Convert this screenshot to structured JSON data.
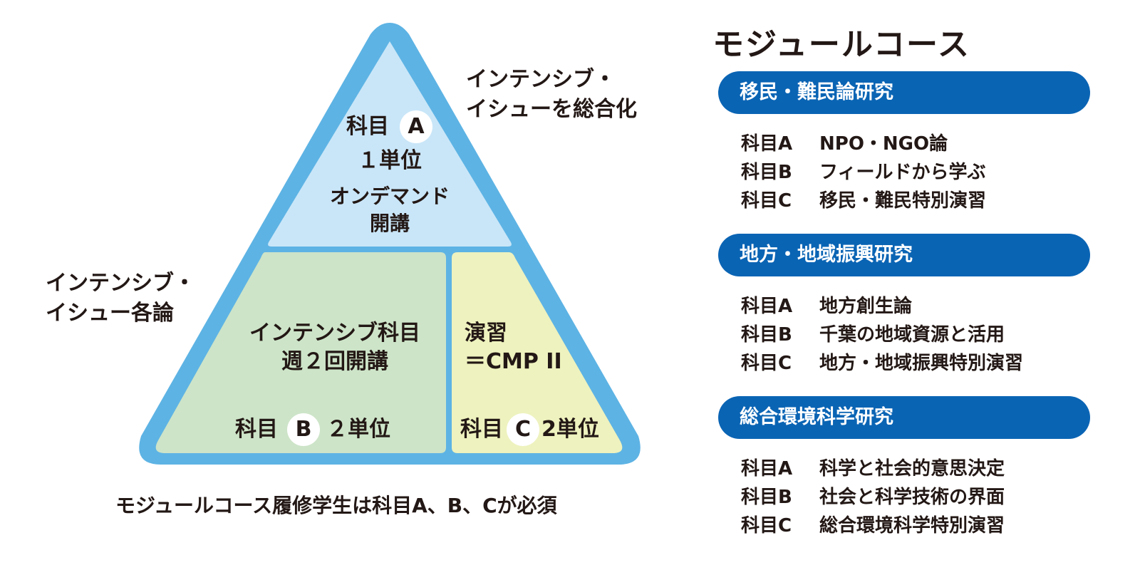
{
  "title": "モジュールコース",
  "pyramid": {
    "top": {
      "subject_prefix": "科目",
      "subject_letter": "A",
      "credits": "１単位",
      "delivery_line1": "オンデマンド",
      "delivery_line2": "開講"
    },
    "bottom_left": {
      "line1": "インテンシブ科目",
      "line2": "週２回開講",
      "subject_prefix": "科目",
      "subject_letter": "B",
      "credits": "２単位"
    },
    "bottom_right": {
      "line1": "演習",
      "line2": "＝CMP II",
      "subject_prefix": "科目",
      "subject_letter": "C",
      "credits": "2単位"
    },
    "colors": {
      "outer": "#5db3e4",
      "top_fill": "#c9e6f8",
      "left_fill": "#cde4c8",
      "right_fill": "#eef2be",
      "badge": "#ffffff"
    }
  },
  "notes": {
    "top_right_line1": "インテンシブ・",
    "top_right_line2": "イシューを総合化",
    "left_line1": "インテンシブ・",
    "left_line2": "イシュー各論"
  },
  "footer": "モジュールコース履修学生は科目A、B、Cが必須",
  "courses": [
    {
      "name": "移民・難民論研究",
      "subjects": [
        {
          "key": "科目A",
          "value": "NPO・NGO論"
        },
        {
          "key": "科目B",
          "value": "フィールドから学ぶ"
        },
        {
          "key": "科目C",
          "value": "移民・難民特別演習"
        }
      ]
    },
    {
      "name": "地方・地域振興研究",
      "subjects": [
        {
          "key": "科目A",
          "value": "地方創生論"
        },
        {
          "key": "科目B",
          "value": "千葉の地域資源と活用"
        },
        {
          "key": "科目C",
          "value": "地方・地域振興特別演習"
        }
      ]
    },
    {
      "name": "総合環境科学研究",
      "subjects": [
        {
          "key": "科目A",
          "value": "科学と社会的意思決定"
        },
        {
          "key": "科目B",
          "value": "社会と科学技術の界面"
        },
        {
          "key": "科目C",
          "value": "総合環境科学特別演習"
        }
      ]
    }
  ],
  "accent_color": "#0a64b4"
}
